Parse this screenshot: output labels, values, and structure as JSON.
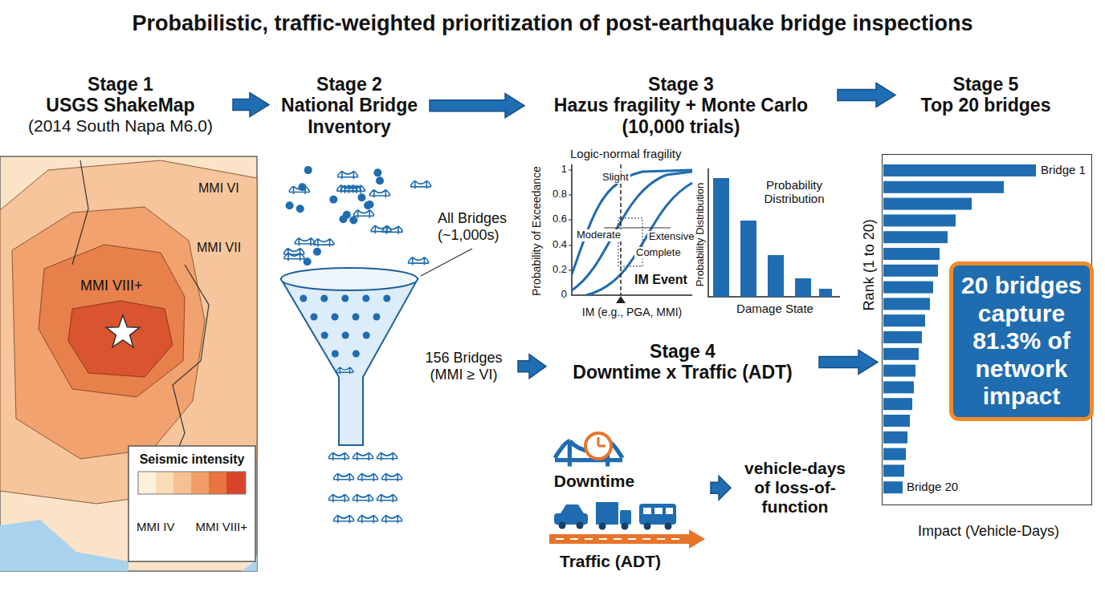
{
  "diagram": {
    "title": "Probabilistic, traffic-weighted prioritization of post-earthquake bridge inspections",
    "nodes": [
      {
        "text": [
          "Stage 1",
          "USGS ShakeMap",
          "(2014 South Napa M6.0)"
        ]
      },
      {
        "text": [
          "Stage 2",
          "National Bridge Inventory"
        ]
      },
      {
        "text": [
          "Stage 3",
          "Hazus fragility + Monte Carlo (10,000 trials)"
        ]
      },
      {
        "text": [
          "Stage 5",
          "Top 20 bridges"
        ]
      },
      {
        "text": [
          "Seismic intensity",
          "MMI IV",
          "MMI VIII+"
        ]
      },
      {
        "text": [
          "Logic-normal fragility",
          "Slight",
          "Moderate",
          "Extensive",
          "Complete",
          "IM Event"
        ]
      },
      {
        "text": [
          "Probability Distribution"
        ]
      },
      {
        "text": [
          "156 Bridges (MMI ≥ VI)"
        ]
      },
      {
        "text": [
          "Stage 4",
          "Downtime x Traffic (ADT)"
        ]
      },
      {
        "text": [
          "Downtime",
          "Traffic (ADT)"
        ]
      },
      {
        "text": [
          "vehicle-days of loss-of-function"
        ]
      },
      {
        "text": [
          "Bridge 1",
          "Bridge 20"
        ]
      },
      {
        "text": [
          "20 bridges capture 81.3% of network impact"
        ],
        "in": 11
      }
    ],
    "edges": [
      {
        "from": 0,
        "to": 1,
        "arrow": "to"
      },
      {
        "from": 1,
        "to": 2,
        "arrow": "to"
      },
      {
        "from": 2,
        "to": 3,
        "arrow": "to"
      },
      {
        "from": 7,
        "to": 8,
        "arrow": "to"
      },
      {
        "from": 8,
        "to": 11,
        "arrow": "to"
      },
      {
        "from": 9,
        "to": 10,
        "arrow": "to"
      }
    ],
    "labels": [
      "MMI VI",
      "MMI VII",
      "MMI VIII+",
      "All Bridges (~1,000s)",
      "Probability of Exceedance",
      "1",
      "0.8",
      "0.6",
      "0.4",
      "0.2",
      "0",
      "IM (e.g., PGA, MMI)",
      "Probability Distribution",
      "Damage State",
      "Rank (1 to 20)",
      "Impact (Vehicle-Days)"
    ]
  }
}
